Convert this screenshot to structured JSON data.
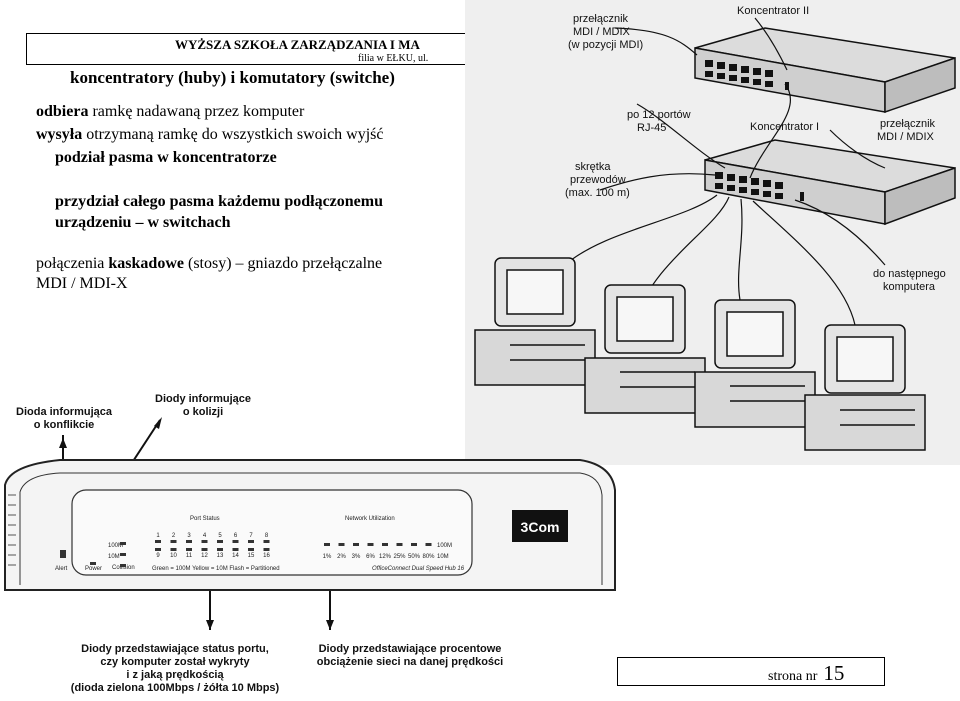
{
  "header": {
    "title": "WYŻSZA SZKOŁA ZARZĄDZANIA I MA",
    "subtitle": "filia w EŁKU, ul."
  },
  "page_title": "koncentratory (huby) i komutatory (switche)",
  "bullets": {
    "line1_bold": "odbiera",
    "line1_rest": " ramkę nadawaną przez komputer",
    "line2_bold": "wysyła",
    "line2_rest": " otrzymaną ramkę do wszystkich swoich wyjść",
    "line3": "podział pasma w koncentratorze",
    "line4a": "przydział całego pasma każdemu podłączonemu",
    "line4b": "urządzeniu – w switchach",
    "line5_pre": "połączenia ",
    "line5_bold": "kaskadowe",
    "line5_rest": " (stosy) – gniazdo przełączalne",
    "line5b": "MDI / MDI-X"
  },
  "diagram": {
    "switch_mdi_1": "przełącznik",
    "switch_mdi_2": "MDI / MDIX",
    "switch_mdi_3": "(w pozycji MDI)",
    "hub2": "Koncentrator II",
    "ports_1": "po 12 portów",
    "ports_2": "RJ-45",
    "hub1": "Koncentrator I",
    "switch2_1": "przełącznik",
    "switch2_2": "MDI / MDIX",
    "cable_1": "skrętka",
    "cable_2": "przewodów",
    "cable_3": "(max. 100 m)",
    "next_1": "do następnego",
    "next_2": "komputera"
  },
  "hub_photo": {
    "conflict_1": "Dioda informująca",
    "conflict_2": "o konflikcie",
    "collision_1": "Diody informujące",
    "collision_2": "o kolizji",
    "port_status": "Port Status",
    "network_util": "Network Utilization",
    "brand": "3Com",
    "model": "OfficeConnect Dual Speed Hub 16",
    "label_100m": "100M",
    "label_10m": "10M",
    "label_collision": "Collision",
    "label_alert": "Alert",
    "label_power": "Power",
    "legend": "Green = 100M Yellow = 10M Flash = Partitioned",
    "ports_top": [
      "1",
      "2",
      "3",
      "4",
      "5",
      "6",
      "7",
      "8"
    ],
    "ports_bottom": [
      "9",
      "10",
      "11",
      "12",
      "13",
      "14",
      "15",
      "16"
    ],
    "util": [
      "1%",
      "2%",
      "3%",
      "6%",
      "12%",
      "25%",
      "50%",
      "80%"
    ],
    "status_1": "Diody przedstawiające status portu,",
    "status_2": "czy komputer został wykryty",
    "status_3": "i z jaką prędkością",
    "status_4": "(dioda zielona 100Mbps / żółta 10 Mbps)",
    "load_1": "Diody przedstawiające procentowe",
    "load_2": "obciążenie sieci na danej prędkości"
  },
  "footer": {
    "label": "strona nr",
    "number": "15"
  }
}
